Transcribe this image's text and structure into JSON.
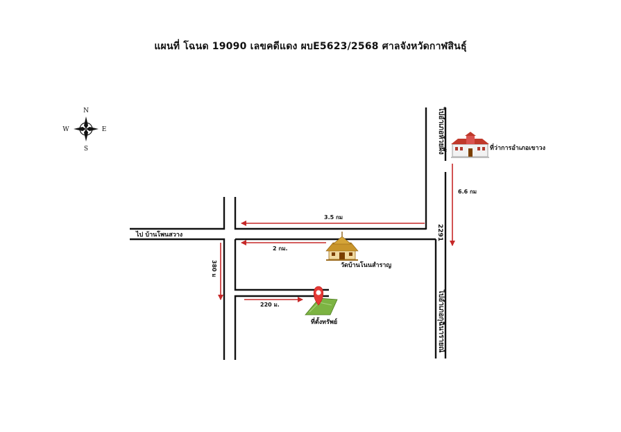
{
  "title": "แผนที่ โฉนด 19090  เลขคดีแดง ผบE5623/2568 ศาลจังหวัดกาฬสินธุ์",
  "compass": {
    "n": "N",
    "s": "S",
    "e": "E",
    "w": "W"
  },
  "labels": {
    "to_north": "ไปอำเภอห้วยผึ้ง",
    "district_office": "ที่ว่าการอำเภอเขาวง",
    "distance_6_6": "6.6 กม",
    "distance_3_5": "3.5 กม",
    "road_number": "2291",
    "to_west": "ไป บ้านโพนสวาง",
    "distance_2": "2 กม.",
    "temple": "วัดบ้านโนนสำราญ",
    "distance_380": "380 ม",
    "distance_220": "220 ม.",
    "property": "ที่ตั้งทรัพย์",
    "to_south": "ไปอำเภอกุฉินารายณ์"
  },
  "colors": {
    "road": "#111111",
    "arrow": "#c62828",
    "building_roof": "#c0392b",
    "building_wall": "#f2f2f2",
    "pin": "#e53935",
    "land": "#7cb342",
    "temple_roof": "#c8952b"
  }
}
